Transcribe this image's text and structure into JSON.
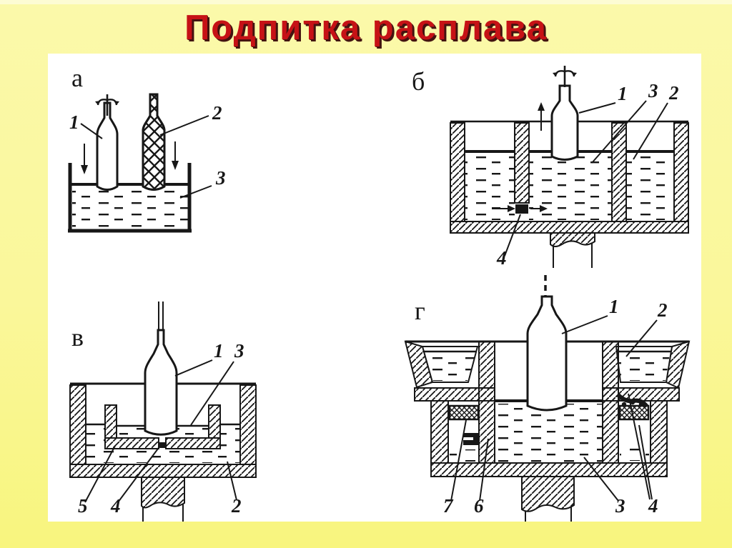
{
  "slide": {
    "title": "Подпитка расплава",
    "colors": {
      "background_top": "#fbf9aa",
      "background_bottom": "#f8f57e",
      "panel": "#ffffff",
      "title": "#c61216",
      "title_shadow": "#431310",
      "ink": "#171717"
    }
  },
  "diagrams": [
    {
      "label": "а",
      "callouts": [
        "1",
        "2",
        "3"
      ]
    },
    {
      "label": "б",
      "callouts": [
        "1",
        "3",
        "2",
        "4"
      ]
    },
    {
      "label": "в",
      "callouts": [
        "1",
        "3",
        "5",
        "4",
        "2"
      ]
    },
    {
      "label": "г",
      "callouts": [
        "1",
        "2",
        "7",
        "6",
        "3",
        "4"
      ]
    }
  ]
}
